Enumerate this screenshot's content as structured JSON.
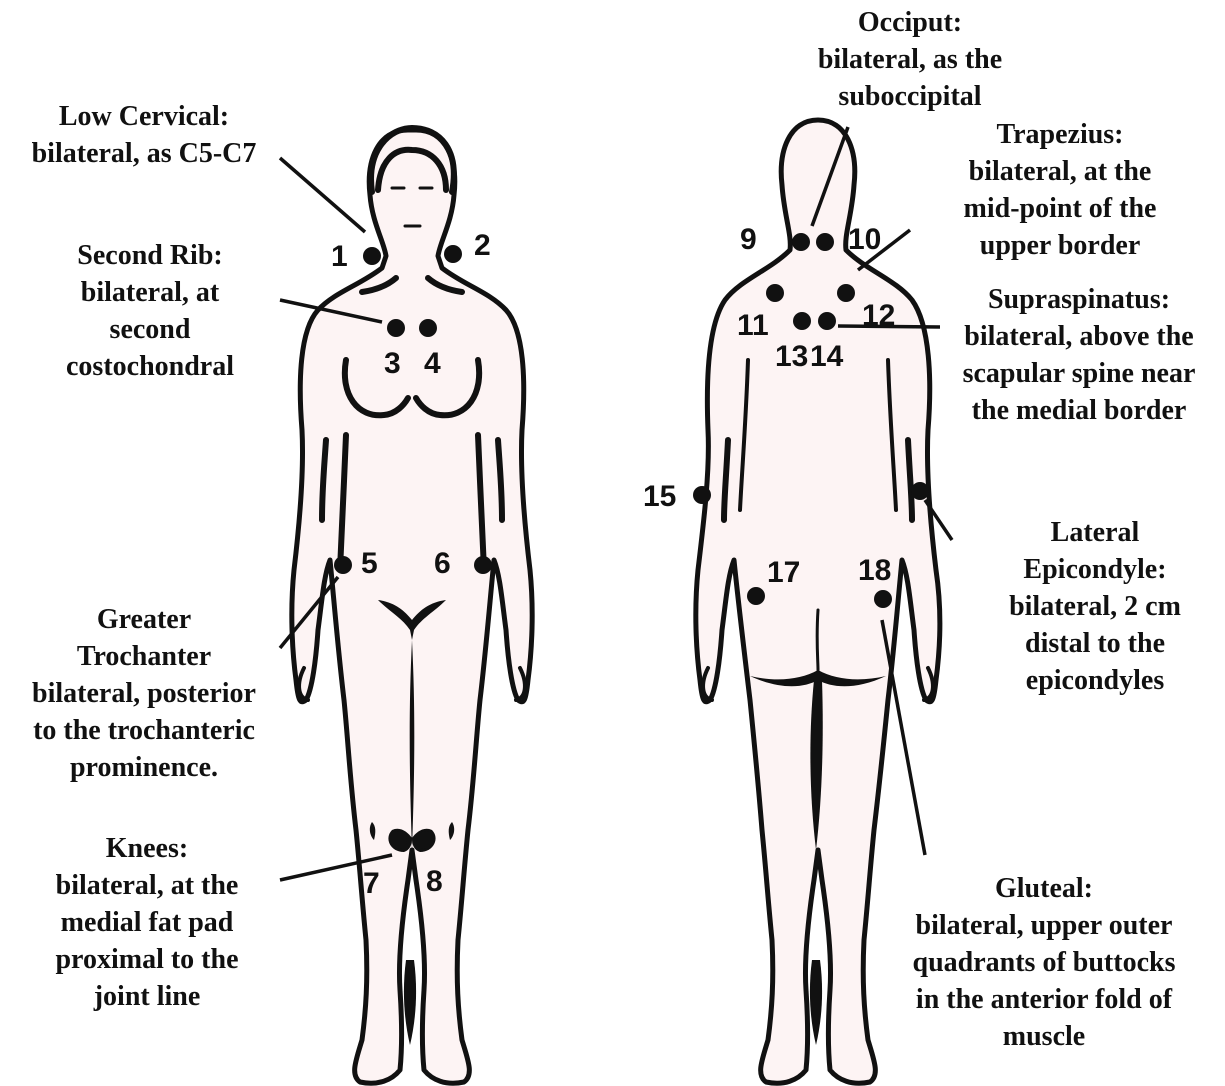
{
  "figure": {
    "points": [
      {
        "id": 1,
        "label": "1"
      },
      {
        "id": 2,
        "label": "2"
      },
      {
        "id": 3,
        "label": "3"
      },
      {
        "id": 4,
        "label": "4"
      },
      {
        "id": 5,
        "label": "5"
      },
      {
        "id": 6,
        "label": "6"
      },
      {
        "id": 7,
        "label": "7"
      },
      {
        "id": 8,
        "label": "8"
      },
      {
        "id": 9,
        "label": "9"
      },
      {
        "id": 10,
        "label": "10"
      },
      {
        "id": 11,
        "label": "11"
      },
      {
        "id": 12,
        "label": "12"
      },
      {
        "id": 13,
        "label": "13"
      },
      {
        "id": 14,
        "label": "14"
      },
      {
        "id": 15,
        "label": "15"
      },
      {
        "id": 16,
        "label": ""
      },
      {
        "id": 17,
        "label": "17"
      },
      {
        "id": 18,
        "label": "18"
      }
    ]
  },
  "annotations": {
    "low_cervical": [
      "Low Cervical:",
      "bilateral, as C5-C7"
    ],
    "second_rib": [
      "Second Rib:",
      "bilateral, at",
      "second",
      "costochondral"
    ],
    "greater_trochanter": [
      "Greater",
      "Trochanter",
      "bilateral, posterior",
      "to the trochanteric",
      "prominence."
    ],
    "knees": [
      "Knees:",
      "bilateral, at the",
      "medial fat pad",
      "proximal to the",
      "joint line"
    ],
    "occiput": [
      "Occiput:",
      "bilateral, as the",
      "suboccipital"
    ],
    "trapezius": [
      "Trapezius:",
      "bilateral, at the",
      "mid-point of the",
      "upper border"
    ],
    "supraspinatus": [
      "Supraspinatus:",
      "bilateral, above the",
      "scapular spine near",
      "the medial border"
    ],
    "lateral_epicondyle": [
      "Lateral",
      "Epicondyle:",
      "bilateral, 2 cm",
      "distal to the",
      "epicondyles"
    ],
    "gluteal": [
      "Gluteal:",
      "bilateral, upper outer",
      "quadrants of buttocks",
      "in the anterior fold of",
      "muscle"
    ]
  }
}
